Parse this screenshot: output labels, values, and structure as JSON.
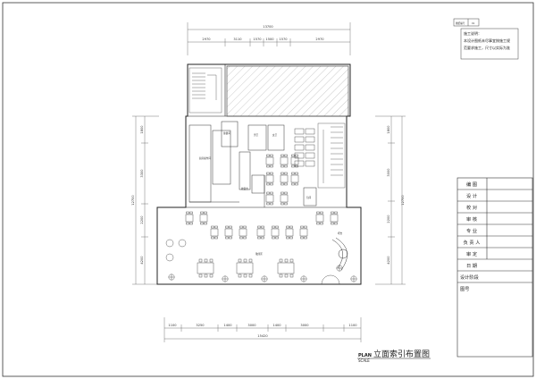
{
  "drawing": {
    "title": "立面索引布置图",
    "plan_label": "PLAN",
    "scale_label": "SCALE"
  },
  "top_dims": {
    "overall": "13700",
    "segments": [
      "2970",
      "3110",
      "1570",
      "1500",
      "1570",
      "2970"
    ]
  },
  "bottom_dims": {
    "overall": "15420",
    "segments": [
      "1100",
      "3250",
      "1400",
      "3000",
      "1400",
      "3000",
      "1100"
    ]
  },
  "left_dims": {
    "overall": "12700",
    "segments": [
      "1800",
      "3300",
      "2200",
      "4200"
    ]
  },
  "right_dims": {
    "overall": "12700",
    "segments": [
      "1800",
      "3000",
      "2200",
      "4200"
    ]
  },
  "notes": {
    "corner_tag_label": "图纸编号",
    "corner_tag_value": "01",
    "lines": [
      "施工说明：",
      "本设计图纸未尽事宜按施工规",
      "范要求施工，尺寸以实际为准"
    ]
  },
  "title_block": {
    "rows": [
      "编  图",
      "设  计",
      "校  对",
      "审  核",
      "专  业",
      "负 责 人",
      "审  定",
      "日  期",
      "设计阶段",
      "图号"
    ]
  },
  "room_labels": [
    "厨房操作间",
    "备餐间",
    "收银台",
    "男卫",
    "女卫",
    "包间",
    "散座区",
    "吧台"
  ]
}
